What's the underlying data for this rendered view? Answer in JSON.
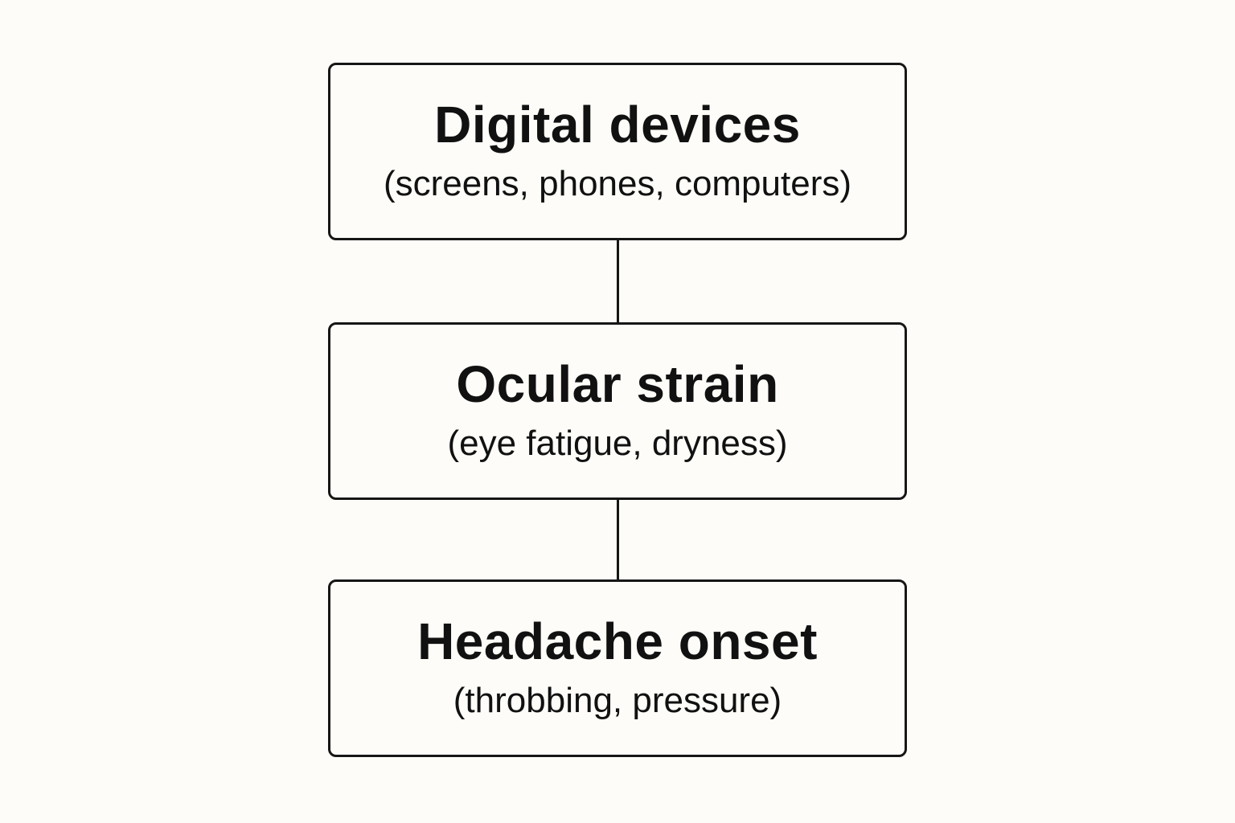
{
  "nodes": [
    {
      "title": "Digital devices",
      "subtitle": "(screens, phones, computers)"
    },
    {
      "title": "Ocular strain",
      "subtitle": "(eye fatigue, dryness)"
    },
    {
      "title": "Headache onset",
      "subtitle": "(throbbing, pressure)"
    }
  ],
  "colors": {
    "background": "#fdfcf8",
    "stroke": "#161616",
    "text": "#111111"
  }
}
